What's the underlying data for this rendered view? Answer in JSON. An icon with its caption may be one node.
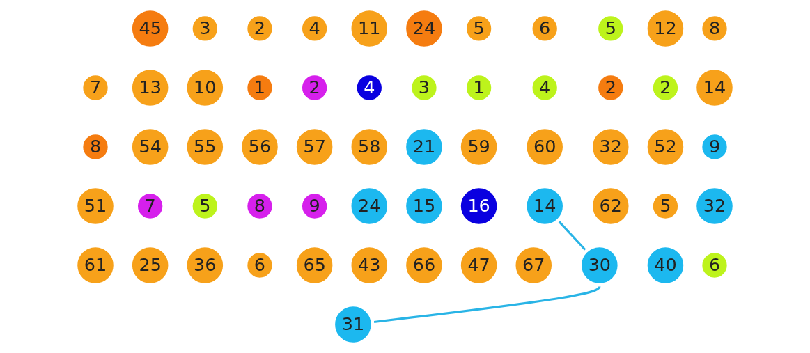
{
  "diagram": {
    "nodes": [
      {
        "text": [
          "45"
        ]
      },
      {
        "text": [
          "3"
        ]
      },
      {
        "text": [
          "2"
        ]
      },
      {
        "text": [
          "4"
        ]
      },
      {
        "text": [
          "11"
        ]
      },
      {
        "text": [
          "24"
        ]
      },
      {
        "text": [
          "5"
        ]
      },
      {
        "text": [
          "6"
        ]
      },
      {
        "text": [
          "5"
        ]
      },
      {
        "text": [
          "7"
        ]
      },
      {
        "text": [
          "12"
        ]
      },
      {
        "text": [
          "8"
        ]
      },
      {
        "text": [
          "13"
        ]
      },
      {
        "text": [
          "10"
        ]
      },
      {
        "text": [
          "1"
        ]
      },
      {
        "text": [
          "2"
        ]
      },
      {
        "text": [
          "4"
        ]
      },
      {
        "text": [
          "3"
        ]
      },
      {
        "text": [
          "1"
        ]
      },
      {
        "text": [
          "4"
        ]
      },
      {
        "text": [
          "2"
        ]
      },
      {
        "text": [
          "8"
        ]
      },
      {
        "text": [
          "2"
        ]
      },
      {
        "text": [
          "14"
        ]
      },
      {
        "text": [
          "54"
        ]
      },
      {
        "text": [
          "55"
        ]
      },
      {
        "text": [
          "56"
        ]
      },
      {
        "text": [
          "57"
        ]
      },
      {
        "text": [
          "58"
        ]
      },
      {
        "text": [
          "21"
        ]
      },
      {
        "text": [
          "59"
        ]
      },
      {
        "text": [
          "60"
        ]
      },
      {
        "text": [
          "32"
        ]
      },
      {
        "text": [
          "51"
        ]
      },
      {
        "text": [
          "52"
        ]
      },
      {
        "text": [
          "9"
        ]
      },
      {
        "text": [
          "7"
        ]
      },
      {
        "text": [
          "5"
        ]
      },
      {
        "text": [
          "8"
        ]
      },
      {
        "text": [
          "9"
        ]
      },
      {
        "text": [
          "24"
        ]
      },
      {
        "text": [
          "15"
        ]
      },
      {
        "text": [
          "16"
        ]
      },
      {
        "text": [
          "14"
        ]
      },
      {
        "text": [
          "62"
        ]
      },
      {
        "text": [
          "61"
        ]
      },
      {
        "text": [
          "5"
        ]
      },
      {
        "text": [
          "32"
        ]
      },
      {
        "text": [
          "25"
        ]
      },
      {
        "text": [
          "36"
        ]
      },
      {
        "text": [
          "6"
        ]
      },
      {
        "text": [
          "65"
        ]
      },
      {
        "text": [
          "43"
        ]
      },
      {
        "text": [
          "66"
        ]
      },
      {
        "text": [
          "47"
        ]
      },
      {
        "text": [
          "67"
        ]
      },
      {
        "text": [
          "30"
        ]
      },
      {
        "text": [
          "31"
        ]
      },
      {
        "text": [
          "40"
        ]
      },
      {
        "text": [
          "6"
        ]
      }
    ],
    "edges": [
      {
        "from": 43,
        "to": 56,
        "arrow": "none"
      },
      {
        "from": 56,
        "to": 57,
        "arrow": "none"
      }
    ]
  }
}
